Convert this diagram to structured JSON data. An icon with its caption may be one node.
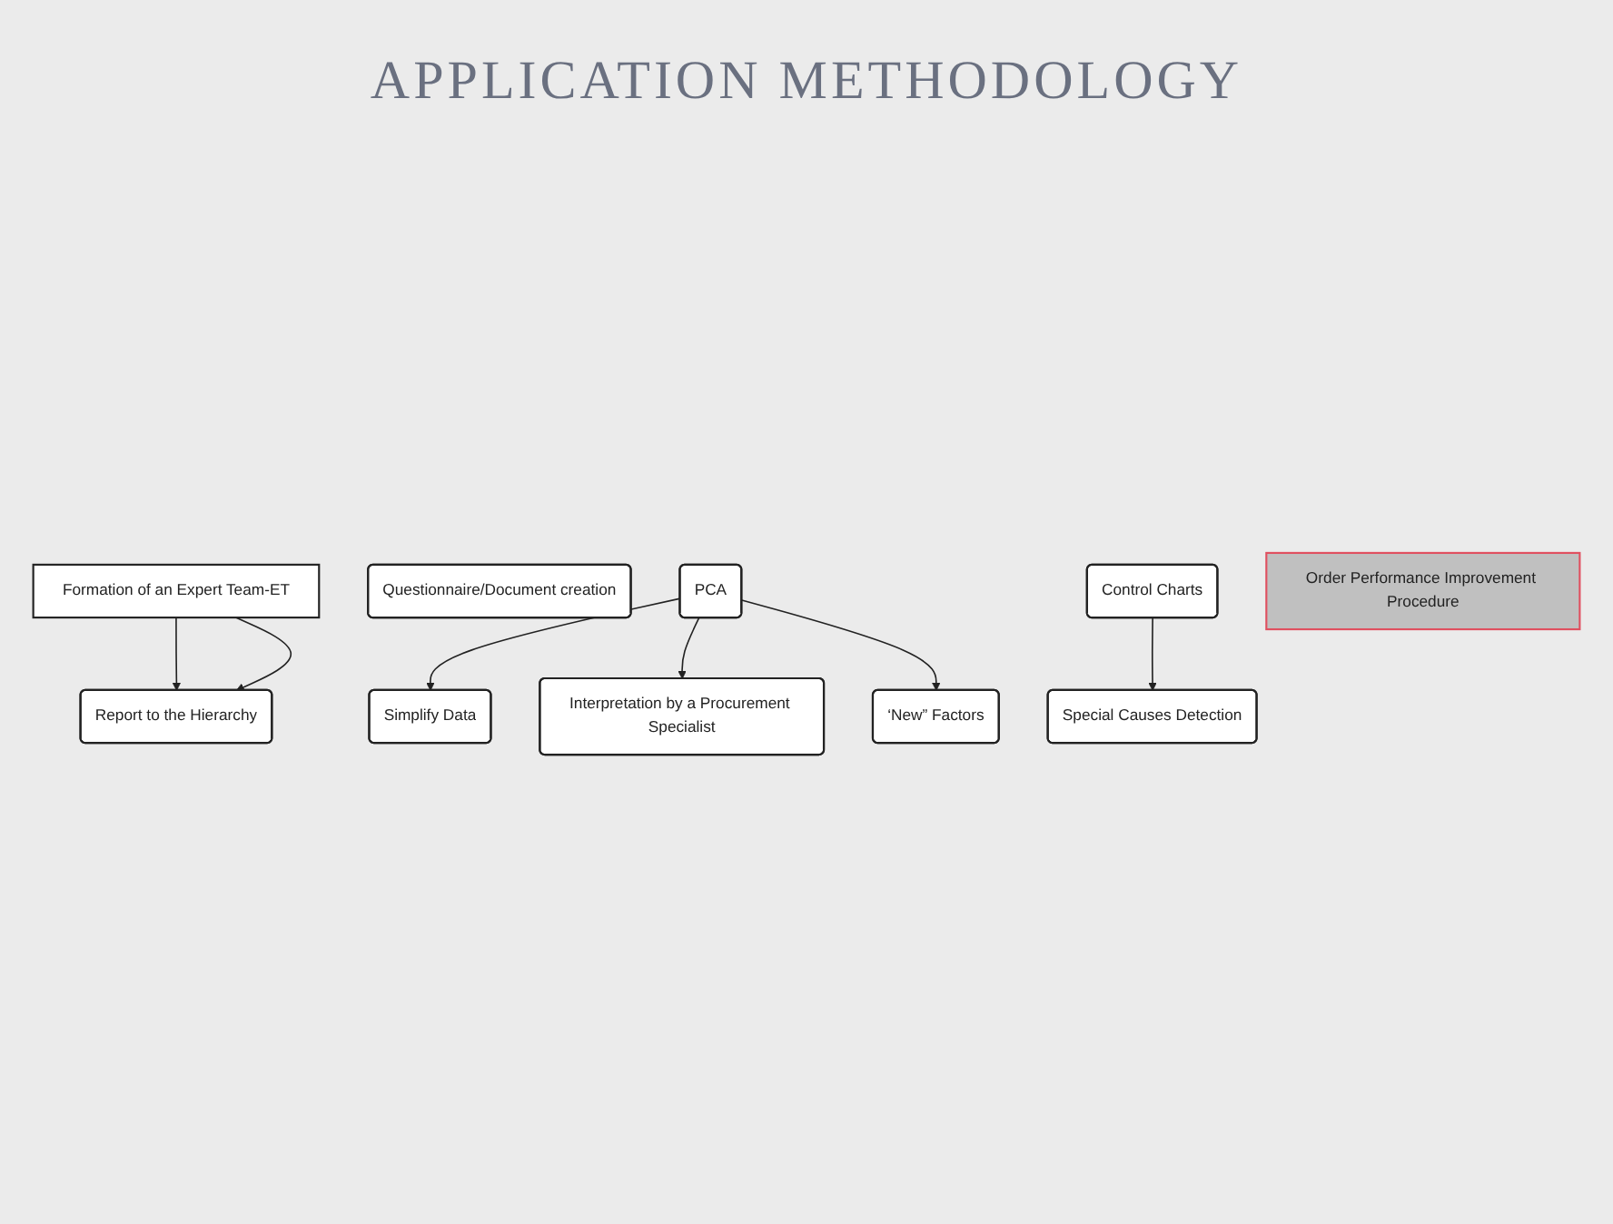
{
  "diagram": {
    "title": "APPLICATION METHODOLOGY",
    "nodes": [
      {
        "text": [
          "Formation of an Expert Team-ET"
        ]
      },
      {
        "text": [
          "Questionnaire/Document creation"
        ]
      },
      {
        "text": [
          "Simplify Data"
        ]
      },
      {
        "text": [
          "PCA"
        ]
      },
      {
        "text": [
          "Interpretation by a Procurement Specialist"
        ]
      },
      {
        "text": [
          "‘New” Factors"
        ]
      },
      {
        "text": [
          "Control Charts"
        ]
      },
      {
        "text": [
          "Special Causes Detection"
        ]
      },
      {
        "text": [
          "Report to the Hierarchy"
        ]
      },
      {
        "text": [
          "Order Performance Improvement Procedure"
        ]
      }
    ],
    "edges": [
      {
        "from": 0,
        "to": 8,
        "arrow": "to"
      },
      {
        "from": 0,
        "to": 8,
        "arrow": "to"
      },
      {
        "from": 3,
        "to": 2,
        "arrow": "to"
      },
      {
        "from": 3,
        "to": 4,
        "arrow": "to"
      },
      {
        "from": 3,
        "to": 5,
        "arrow": "to"
      },
      {
        "from": 6,
        "to": 7,
        "arrow": "to"
      }
    ]
  }
}
